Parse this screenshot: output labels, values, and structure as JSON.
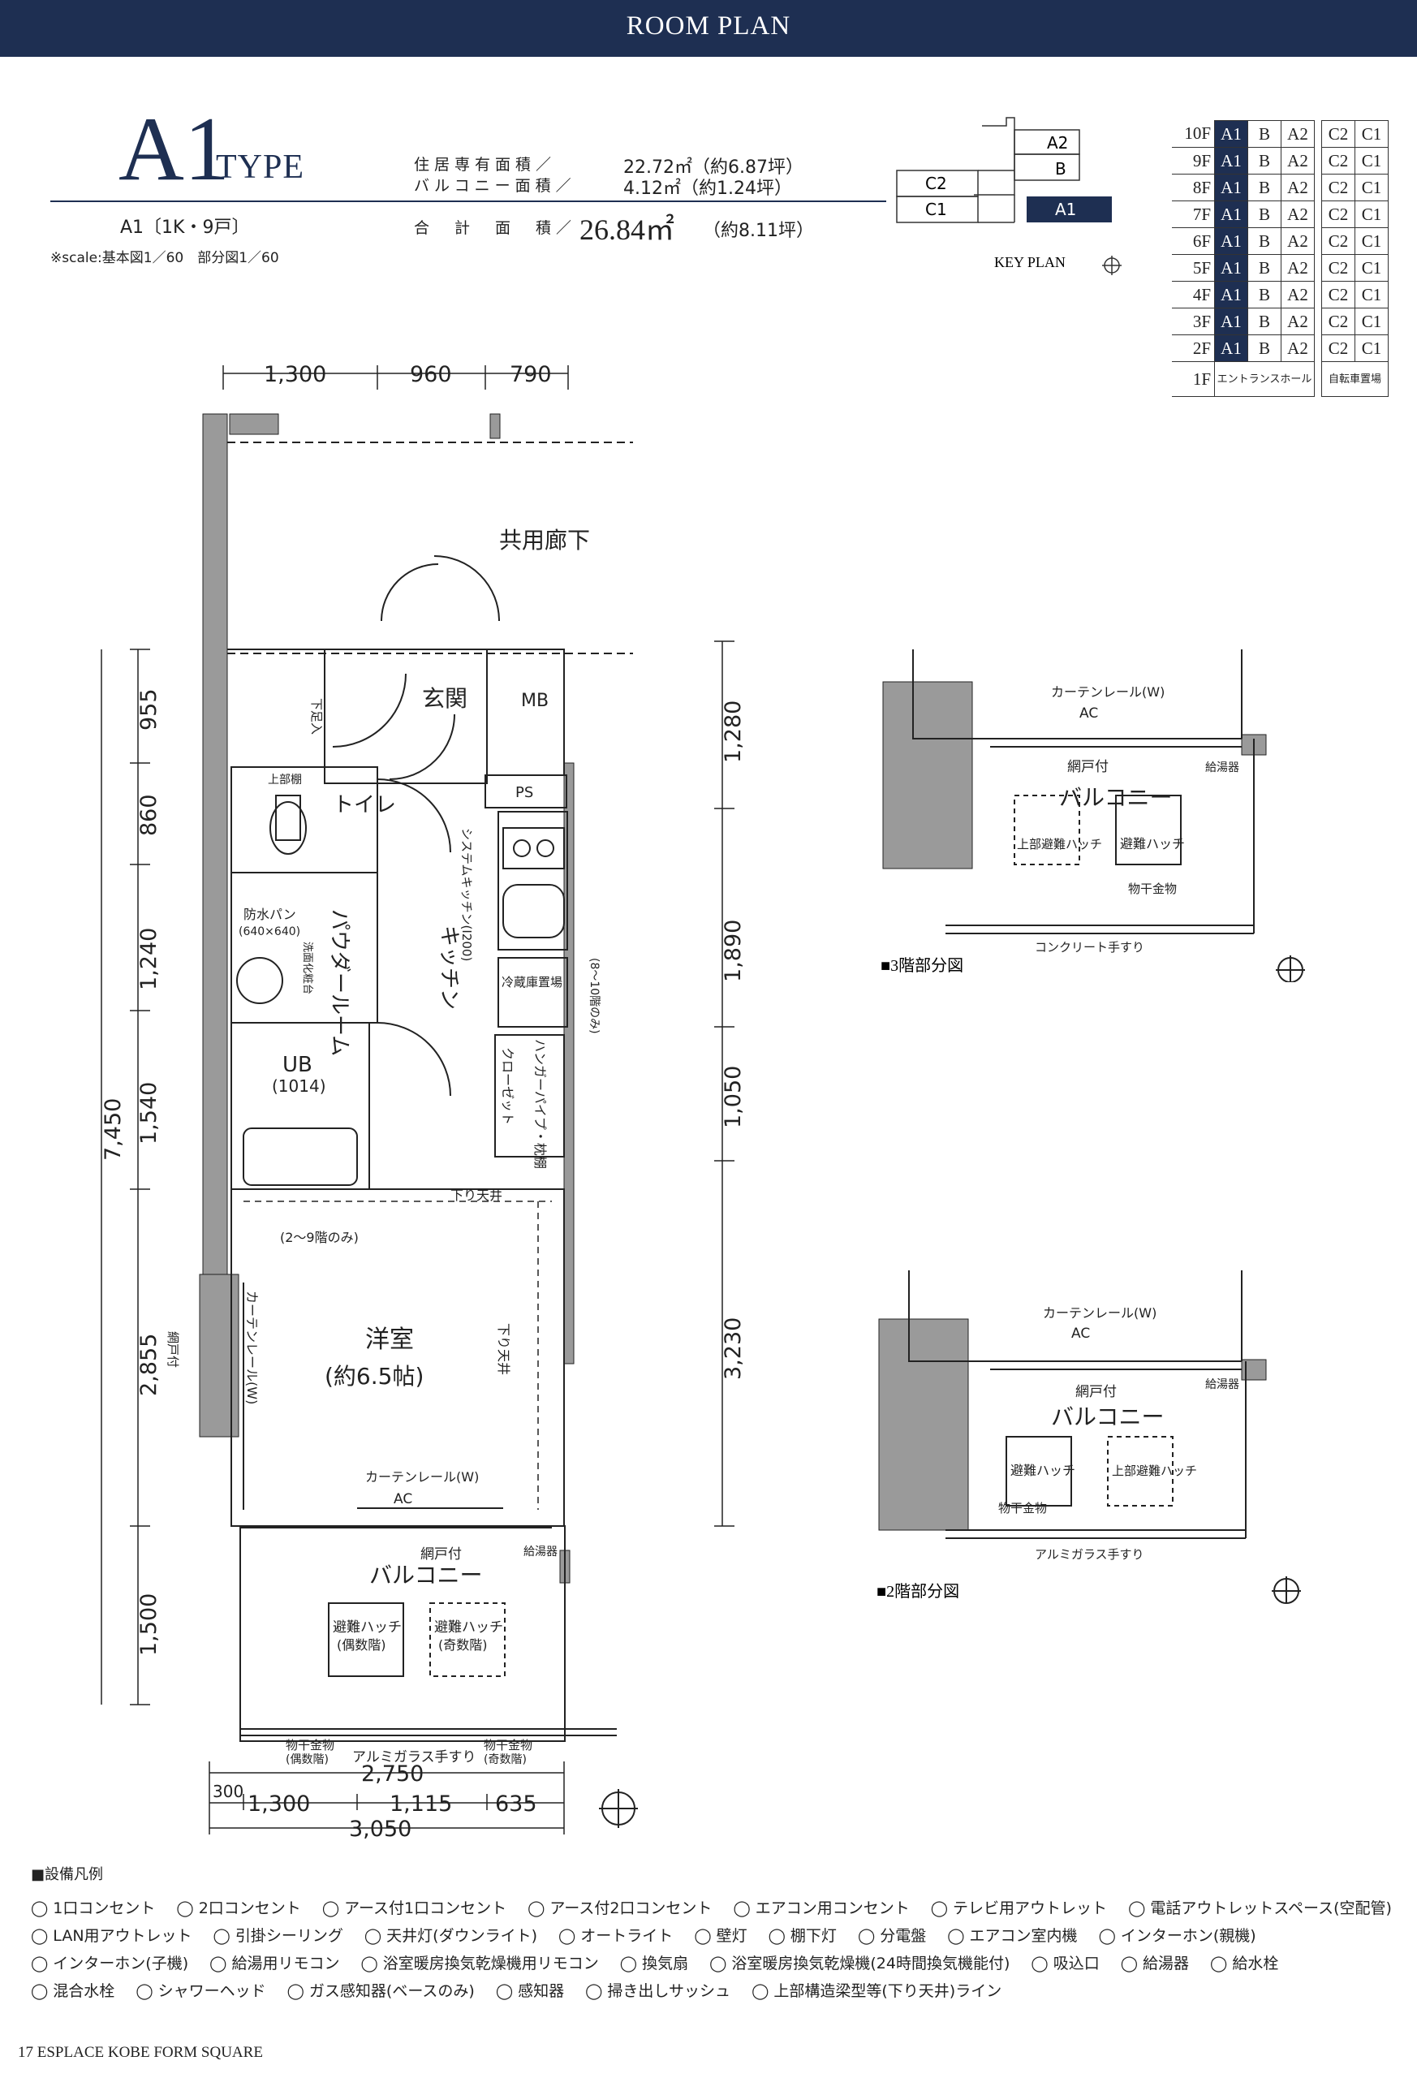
{
  "header": {
    "title": "ROOM PLAN"
  },
  "type": {
    "name": "A1",
    "suffix": "TYPE",
    "subtitle": "A1〔1K・9戸〕"
  },
  "areas": {
    "living_label": "住居専有面積／",
    "living_value": "22.72㎡（約6.87坪）",
    "balcony_label": "バルコニー面積／",
    "balcony_value": "4.12㎡（約1.24坪）",
    "total_label": "合　計　面　積／",
    "total_value": "26.84㎡",
    "total_tsubo": "（約8.11坪）"
  },
  "scale_note": "※scale:基本図1／60　部分図1／60",
  "key_plan": {
    "label": "KEY PLAN",
    "units": [
      "A2",
      "B",
      "C2",
      "C1",
      "A1"
    ],
    "highlight": "A1"
  },
  "floor_table": {
    "rows": [
      {
        "floor": "10F",
        "units": [
          "A1",
          "B",
          "A2",
          "C2",
          "C1"
        ]
      },
      {
        "floor": "9F",
        "units": [
          "A1",
          "B",
          "A2",
          "C2",
          "C1"
        ]
      },
      {
        "floor": "8F",
        "units": [
          "A1",
          "B",
          "A2",
          "C2",
          "C1"
        ]
      },
      {
        "floor": "7F",
        "units": [
          "A1",
          "B",
          "A2",
          "C2",
          "C1"
        ]
      },
      {
        "floor": "6F",
        "units": [
          "A1",
          "B",
          "A2",
          "C2",
          "C1"
        ]
      },
      {
        "floor": "5F",
        "units": [
          "A1",
          "B",
          "A2",
          "C2",
          "C1"
        ]
      },
      {
        "floor": "4F",
        "units": [
          "A1",
          "B",
          "A2",
          "C2",
          "C1"
        ]
      },
      {
        "floor": "3F",
        "units": [
          "A1",
          "B",
          "A2",
          "C2",
          "C1"
        ]
      },
      {
        "floor": "2F",
        "units": [
          "A1",
          "B",
          "A2",
          "C2",
          "C1"
        ]
      }
    ],
    "ground": {
      "floor": "1F",
      "left": "エントランスホール",
      "right": "自転車置場"
    }
  },
  "plan": {
    "dims_top": [
      "1,300",
      "960",
      "790"
    ],
    "dims_left": [
      "955",
      "860",
      "1,240",
      "1,540",
      "2,855",
      "1,500"
    ],
    "dim_left_total": "7,450",
    "dims_right": [
      "1,280",
      "1,890",
      "1,050",
      "3,230"
    ],
    "dims_bottom_top": "2,750",
    "dims_bottom_mid": [
      "300",
      "1,300",
      "1,115",
      "635"
    ],
    "dims_bottom_total": "3,050",
    "rooms": {
      "corridor": "共用廊下",
      "entrance": "玄関",
      "mb": "MB",
      "ps": "PS",
      "toilet": "トイレ",
      "powder": "パウダールーム",
      "kitchen": "キッチン",
      "system_kitchen": "システムキッチン(I200)",
      "fridge": "冷蔵庫置場",
      "ub": "UB",
      "ub_size": "(1014)",
      "closet": "クローゼット",
      "hanger": "ハンガーパイプ・枕棚",
      "hanger_note": "(8〜10階のみ)",
      "western": "洋室",
      "western_size": "(約6.5帖)",
      "balcony": "バルコニー",
      "screen_door": "網戸付",
      "shoe": "下足入",
      "upper_shelf": "上部棚",
      "waterproof_pan": "防水パン",
      "pan_size": "(640×640)",
      "wash_stand": "洗面化粧台",
      "drop_ceiling": "下り天井",
      "drop_note": "(2〜9階のみ)",
      "curtain": "カーテンレール(W)",
      "ac": "AC",
      "hatch_even": "避難ハッチ",
      "hatch_even_note": "(偶数階)",
      "hatch_odd": "避難ハッチ",
      "hatch_odd_note": "(奇数階)",
      "dryer_even": "物干金物",
      "dryer_even_note": "(偶数階)",
      "dryer_odd": "物干金物",
      "dryer_odd_note": "(奇数階)",
      "railing": "アルミガラス手すり",
      "water_heater": "給湯器",
      "screen_side": "網戸付"
    }
  },
  "partial": [
    {
      "title": "■3階部分図",
      "curtain": "カーテンレール(W)",
      "ac": "AC",
      "screen": "網戸付",
      "balcony": "バルコニー",
      "hatch_up": "上部避難ハッチ",
      "hatch": "避難ハッチ",
      "dryer": "物干金物",
      "railing": "コンクリート手すり",
      "heater": "給湯器"
    },
    {
      "title": "■2階部分図",
      "curtain": "カーテンレール(W)",
      "ac": "AC",
      "screen": "網戸付",
      "balcony": "バルコニー",
      "hatch_up": "上部避難ハッチ",
      "hatch": "避難ハッチ",
      "dryer": "物干金物",
      "railing": "アルミガラス手すり",
      "heater": "給湯器"
    }
  ],
  "legend": {
    "title": "■設備凡例",
    "row1": [
      "1口コンセント",
      "2口コンセント",
      "アース付1口コンセント",
      "アース付2口コンセント",
      "エアコン用コンセント",
      "テレビ用アウトレット",
      "電話アウトレットスペース(空配管)"
    ],
    "row2": [
      "LAN用アウトレット",
      "引掛シーリング",
      "天井灯(ダウンライト)",
      "オートライト",
      "壁灯",
      "棚下灯",
      "分電盤",
      "エアコン室内機",
      "インターホン(親機)"
    ],
    "row3": [
      "インターホン(子機)",
      "給湯用リモコン",
      "浴室暖房換気乾燥機用リモコン",
      "換気扇",
      "浴室暖房換気乾燥機(24時間換気機能付)",
      "吸込口",
      "給湯器",
      "給水栓"
    ],
    "row4": [
      "混合水栓",
      "シャワーヘッド",
      "ガス感知器(ベースのみ)",
      "感知器",
      "掃き出しサッシュ",
      "上部構造梁型等(下り天井)ライン"
    ]
  },
  "footer": "17 ESPLACE KOBE FORM SQUARE"
}
